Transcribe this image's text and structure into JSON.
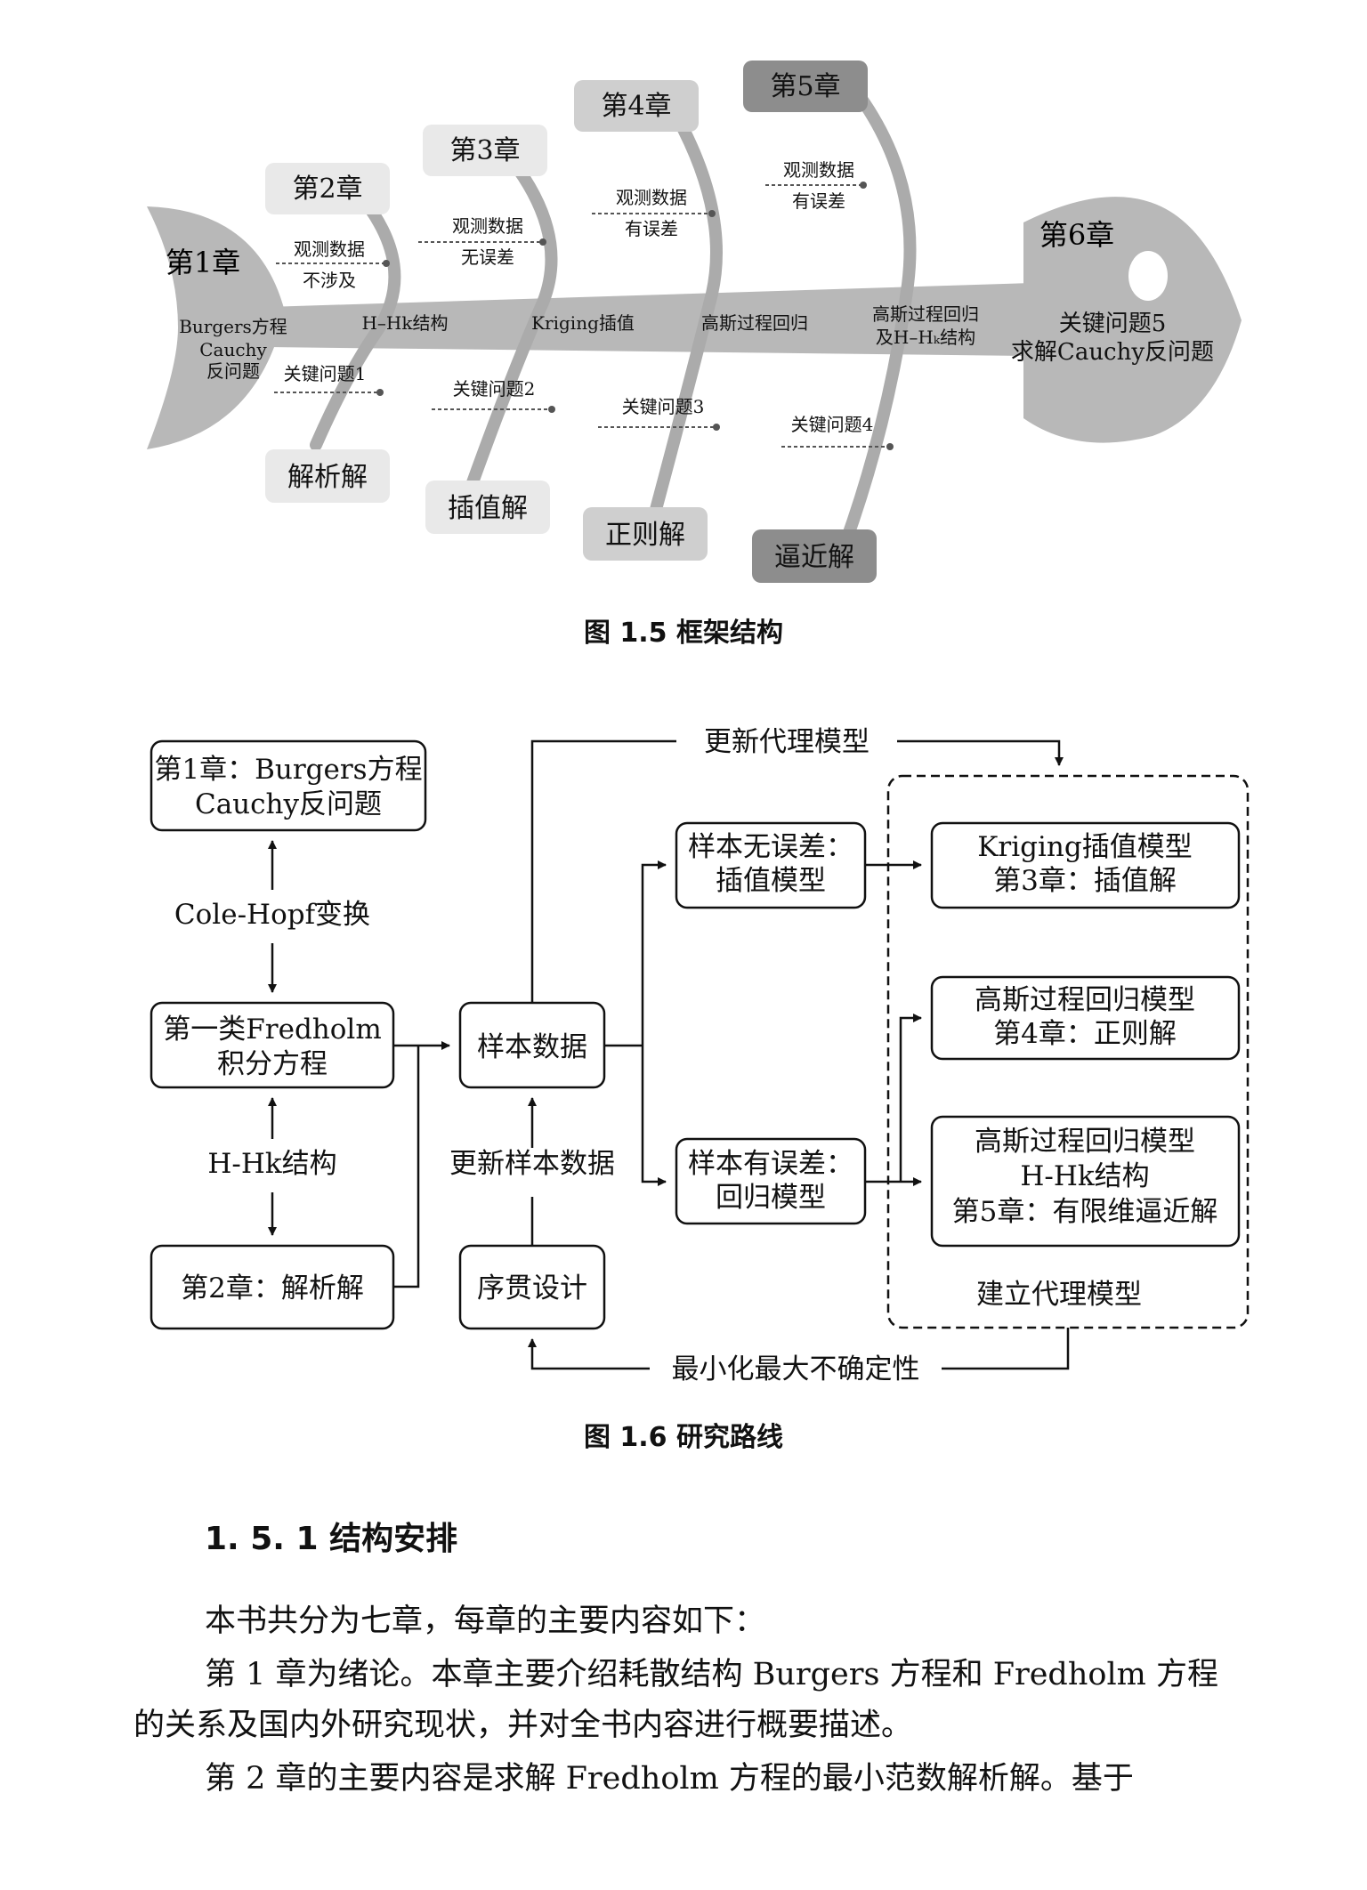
{
  "fig15": {
    "caption": "图 1.5   框架结构",
    "top_chapters": [
      "第2章",
      "第3章",
      "第4章",
      "第5章"
    ],
    "bottom_solutions": [
      "解析解",
      "插值解",
      "正则解",
      "逼近解"
    ],
    "head_chapter": "第1章",
    "tail_chapter": "第6章",
    "spine": [
      "Burgers方程",
      "Cauchy",
      "反问题",
      "H–Hk结构",
      "Kriging插值",
      "高斯过程回归",
      "高斯过程回归",
      "及H–Hₖ结构",
      "关键问题5",
      "求解Cauchy反问题"
    ],
    "obs": [
      [
        "观测数据",
        "不涉及"
      ],
      [
        "观测数据",
        "无误差"
      ],
      [
        "观测数据",
        "有误差"
      ],
      [
        "观测数据",
        "有误差"
      ]
    ],
    "keys": [
      "关键问题1",
      "关键问题2",
      "关键问题3",
      "关键问题4"
    ]
  },
  "fig16": {
    "caption": "图 1.6   研究路线",
    "box_ch1": [
      "第1章：Burgers方程",
      "Cauchy反问题"
    ],
    "cole_hopf": "Cole-Hopf变换",
    "box_fred": [
      "第一类Fredholm",
      "积分方程"
    ],
    "hhk": "H-Hk结构",
    "box_ch2": "第2章：解析解",
    "box_sample": "样本数据",
    "update_sample": "更新样本数据",
    "box_seq": "序贯设计",
    "update_proxy": "更新代理模型",
    "box_noerr": [
      "样本无误差：",
      "插值模型"
    ],
    "box_err": [
      "样本有误差：",
      "回归模型"
    ],
    "box_kriging": [
      "Kriging插值模型",
      "第3章：插值解"
    ],
    "box_gp1": [
      "高斯过程回归模型",
      "第4章：正则解"
    ],
    "box_gp2": [
      "高斯过程回归模型",
      "H-Hk结构",
      "第5章：有限维逼近解"
    ],
    "build_proxy": "建立代理模型",
    "minimize": "最小化最大不确定性"
  },
  "section": {
    "heading": "1. 5. 1    结构安排",
    "p1": "本书共分为七章，每章的主要内容如下：",
    "p2a": "第 1 章为绪论。本章主要介绍耗散结构 Burgers 方程和 Fredholm 方程",
    "p2b": "的关系及国内外研究现状，并对全书内容进行概要描述。",
    "p3": "第 2 章的主要内容是求解 Fredholm 方程的最小范数解析解。基于"
  },
  "colors": {
    "fish": "#b8b8b8",
    "fish_line": "#ababab",
    "box_light": "#e9e9e9",
    "box_mid": "#cfcfcf",
    "box_dark": "#a6a6a6",
    "box_darker": "#8d8d8d"
  }
}
